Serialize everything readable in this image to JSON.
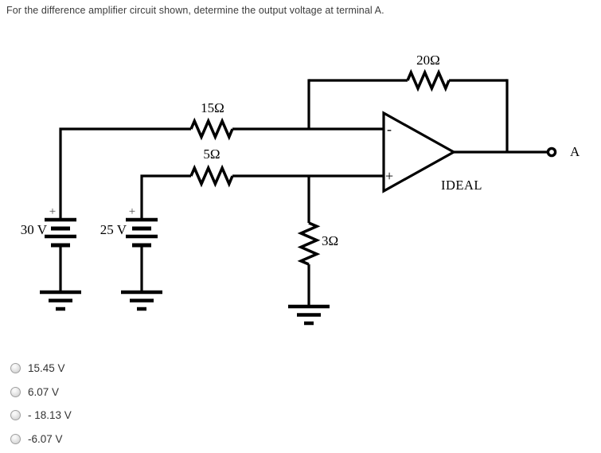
{
  "question": "For the difference amplifier circuit shown, determine the output voltage at terminal A.",
  "circuit": {
    "labels": {
      "r_feedback": "20Ω",
      "r_inverting": "15Ω",
      "r_noninverting": "5Ω",
      "r_ground": "3Ω",
      "v_source1": "30 V",
      "v_source2": "25 V",
      "source1_polarity": "+",
      "source2_polarity": "+",
      "opamp": "IDEAL",
      "opamp_minus": "-",
      "opamp_plus": "+",
      "terminal": "A"
    },
    "wire_color": "#000000"
  },
  "options": [
    {
      "label": "15.45 V",
      "selected": false
    },
    {
      "label": "6.07 V",
      "selected": false
    },
    {
      "label": "- 18.13 V",
      "selected": false
    },
    {
      "label": "-6.07 V",
      "selected": false
    }
  ]
}
